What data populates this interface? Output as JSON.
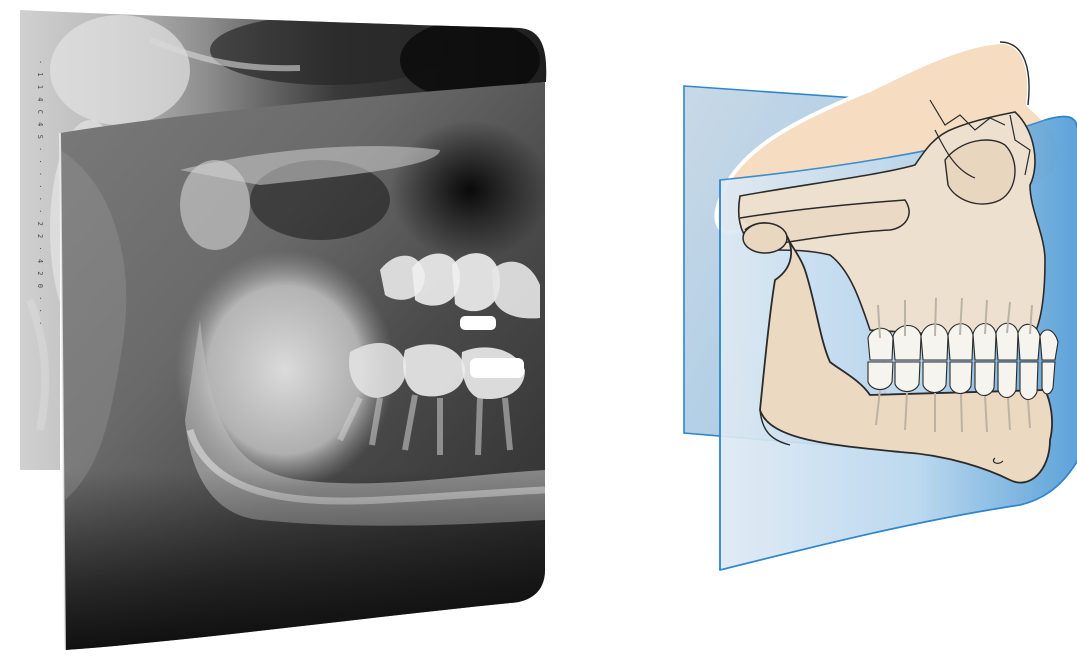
{
  "figure": {
    "left_panel": "radiograph",
    "right_panel": "skull-illustration"
  },
  "colors": {
    "background": "#ffffff",
    "film_dark": "#141414",
    "film_light": "#e6e6e6",
    "plane_blue": "#3a8fd0",
    "plane_fill": "#bcd9ef",
    "skull_fill": "#efdcc6",
    "cranium_fill": "#f6dcc0",
    "tooth_fill": "#f5f3ec",
    "outline": "#2a2a2a"
  },
  "film_margin_text": "· 1 1 4 C 4 S · · · · · · 2 2 · 4 2 0 · · ·"
}
